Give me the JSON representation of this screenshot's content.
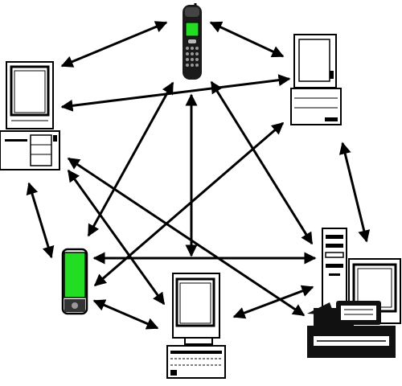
{
  "diagram": {
    "type": "network",
    "background": "#ffffff",
    "stroke_color": "#000000",
    "accent_color": "#22dd22",
    "nodes": [
      {
        "id": "cell-phone",
        "icon": "cell-phone-icon"
      },
      {
        "id": "desktop-left",
        "icon": "desktop-computer-icon"
      },
      {
        "id": "laptop",
        "icon": "laptop-icon"
      },
      {
        "id": "pda",
        "icon": "pda-icon"
      },
      {
        "id": "desktop-bottom",
        "icon": "desktop-computer-icon"
      },
      {
        "id": "workstation",
        "icon": "tower-workstation-icon"
      }
    ],
    "edges": [
      {
        "from": "cell-phone",
        "to": "desktop-left",
        "bidirectional": true
      },
      {
        "from": "cell-phone",
        "to": "laptop",
        "bidirectional": true
      },
      {
        "from": "desktop-left",
        "to": "laptop",
        "bidirectional": true
      },
      {
        "from": "cell-phone",
        "to": "pda",
        "bidirectional": true
      },
      {
        "from": "cell-phone",
        "to": "desktop-bottom",
        "bidirectional": true
      },
      {
        "from": "cell-phone",
        "to": "workstation",
        "bidirectional": true
      },
      {
        "from": "laptop",
        "to": "pda",
        "bidirectional": true
      },
      {
        "from": "laptop",
        "to": "workstation",
        "bidirectional": true
      },
      {
        "from": "desktop-left",
        "to": "pda",
        "bidirectional": true
      },
      {
        "from": "desktop-left",
        "to": "desktop-bottom",
        "bidirectional": true
      },
      {
        "from": "desktop-left",
        "to": "workstation",
        "bidirectional": true
      },
      {
        "from": "pda",
        "to": "workstation",
        "bidirectional": true
      },
      {
        "from": "pda",
        "to": "desktop-bottom",
        "bidirectional": true
      },
      {
        "from": "desktop-bottom",
        "to": "workstation",
        "bidirectional": true
      }
    ]
  }
}
